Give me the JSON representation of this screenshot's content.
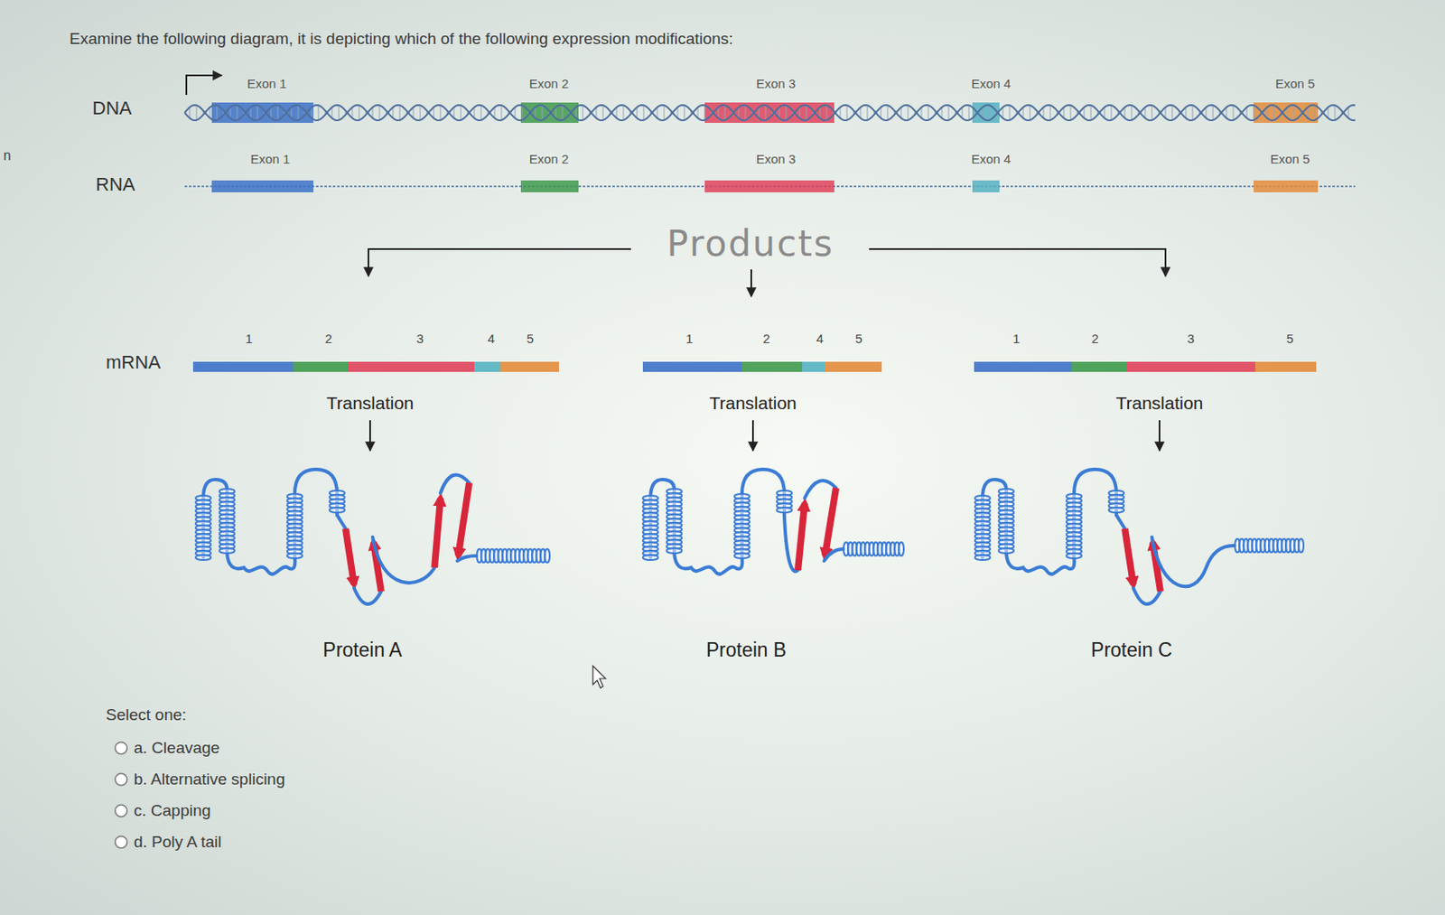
{
  "diagram": {
    "title": "Examine the following diagram, it is depicting which of the following expression modifications:",
    "labels": [
      "n",
      "DNA",
      "Exon 1",
      "Exon 2",
      "Exon 3",
      "Exon 4",
      "Exon 5",
      "RNA",
      "Exon 1",
      "Exon 2",
      "Exon 3",
      "Exon 4",
      "Exon 5",
      "Products",
      "mRNA",
      "1",
      "2",
      "3",
      "4",
      "5",
      "1",
      "2",
      "4",
      "5",
      "1",
      "2",
      "3",
      "5",
      "Translation",
      "Translation",
      "Translation",
      "Protein A",
      "Protein B",
      "Protein C",
      "Select one:",
      "a. Cleavage",
      "b. Alternative splicing",
      "c. Capping",
      "d. Poly A tail"
    ]
  }
}
